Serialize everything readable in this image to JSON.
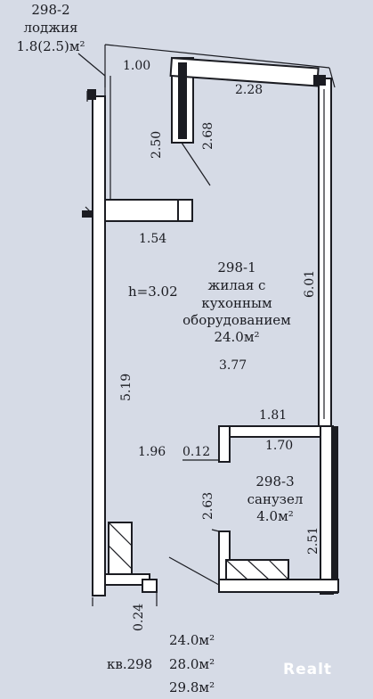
{
  "loggia": {
    "number": "298-2",
    "name": "лоджия",
    "area": "1.8(2.5)м²"
  },
  "living": {
    "number": "298-1",
    "line1": "жилая с",
    "line2": "кухонным",
    "line3": "оборудованием",
    "area": "24.0м²"
  },
  "bathroom": {
    "number": "298-3",
    "name": "санузел",
    "area": "4.0м²"
  },
  "ceiling_height": "h=3.02",
  "dimensions": {
    "d100": "1.00",
    "d228": "2.28",
    "d250": "2.50",
    "d268": "2.68",
    "d154": "1.54",
    "d601": "6.01",
    "d377": "3.77",
    "d519": "5.19",
    "d181": "1.81",
    "d170": "1.70",
    "d196": "1.96",
    "d012": "0.12",
    "d263": "2.63",
    "d251": "2.51",
    "d024": "0.24"
  },
  "summary": {
    "apartment": "кв.298",
    "area1": "24.0м²",
    "area2": "28.0м²",
    "area3": "29.8м²"
  },
  "watermark": "Realt",
  "colors": {
    "background": "#d6dbe6",
    "wall": "#ffffff",
    "ink": "#1b1c22"
  }
}
